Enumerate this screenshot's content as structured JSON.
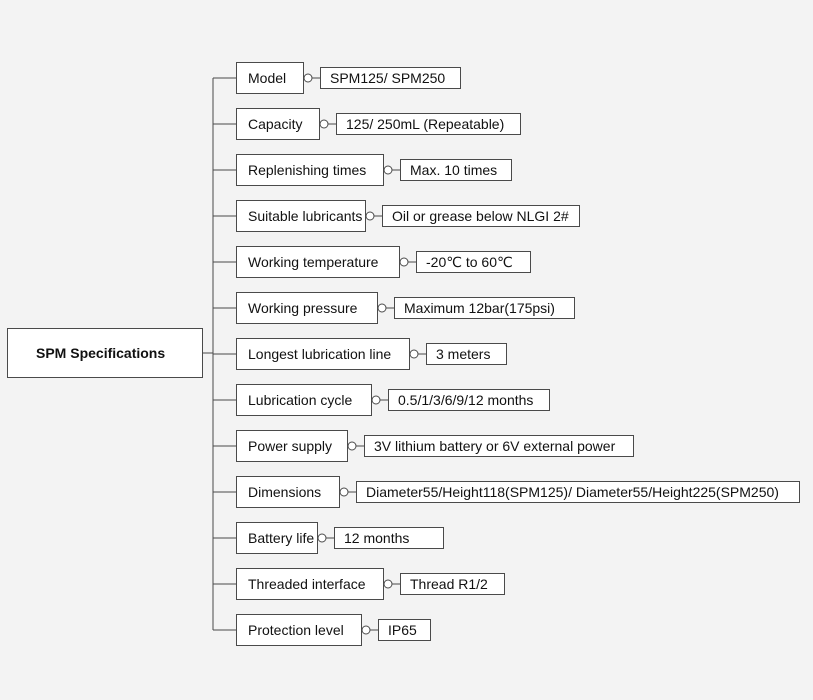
{
  "diagram": {
    "root": {
      "label": "SPM Specifications"
    },
    "items": [
      {
        "label": "Model",
        "value": "SPM125/ SPM250"
      },
      {
        "label": "Capacity",
        "value": "125/ 250mL (Repeatable)"
      },
      {
        "label": "Replenishing times",
        "value": "Max. 10 times"
      },
      {
        "label": "Suitable lubricants",
        "value": "Oil or grease below NLGI 2#"
      },
      {
        "label": "Working temperature",
        "value": "-20℃ to 60℃"
      },
      {
        "label": "Working pressure",
        "value": "Maximum 12bar(175psi)"
      },
      {
        "label": "Longest lubrication line",
        "value": "3 meters"
      },
      {
        "label": "Lubrication cycle",
        "value": "0.5/1/3/6/9/12 months"
      },
      {
        "label": "Power supply",
        "value": "3V lithium battery or 6V external power"
      },
      {
        "label": "Dimensions",
        "value": "Diameter55/Height118(SPM125)/ Diameter55/Height225(SPM250)"
      },
      {
        "label": "Battery life",
        "value": "12 months"
      },
      {
        "label": "Threaded interface",
        "value": "Thread R1/2"
      },
      {
        "label": "Protection level",
        "value": "IP65"
      }
    ]
  }
}
